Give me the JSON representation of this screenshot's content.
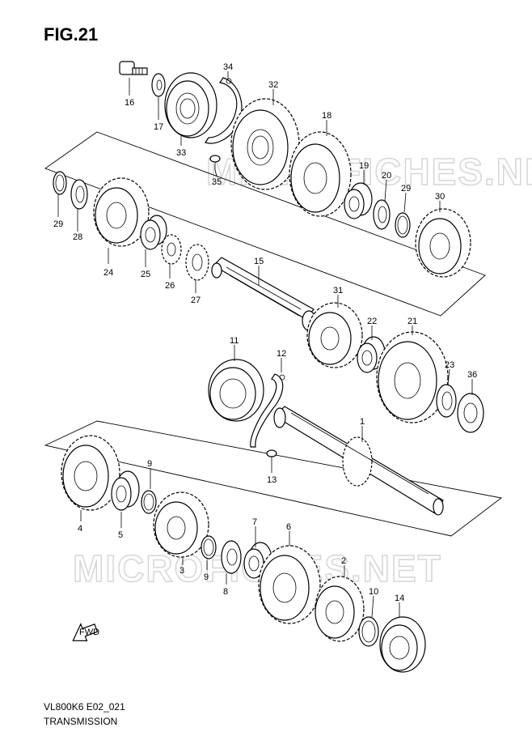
{
  "figure": {
    "title": "FIG.21",
    "code": "VL800K6 E02_021",
    "name": "TRANSMISSION"
  },
  "watermark": {
    "text": "MICROFICHES.NET"
  },
  "fwd_label": "FWD",
  "labels": {
    "p1": "1",
    "p2": "2",
    "p3": "3",
    "p4": "4",
    "p5": "5",
    "p6": "6",
    "p7": "7",
    "p8": "8",
    "p9a": "9",
    "p9b": "9",
    "p10": "10",
    "p11": "11",
    "p12": "12",
    "p13": "13",
    "p14": "14",
    "p15": "15",
    "p16": "16",
    "p17": "17",
    "p18": "18",
    "p19": "19",
    "p20": "20",
    "p21": "21",
    "p22": "22",
    "p23": "23",
    "p24": "24",
    "p25": "25",
    "p26": "26",
    "p27": "27",
    "p28": "28",
    "p29a": "29",
    "p29b": "29",
    "p30": "30",
    "p31": "31",
    "p32": "32",
    "p33": "33",
    "p34": "34",
    "p35": "35",
    "p36": "36"
  }
}
